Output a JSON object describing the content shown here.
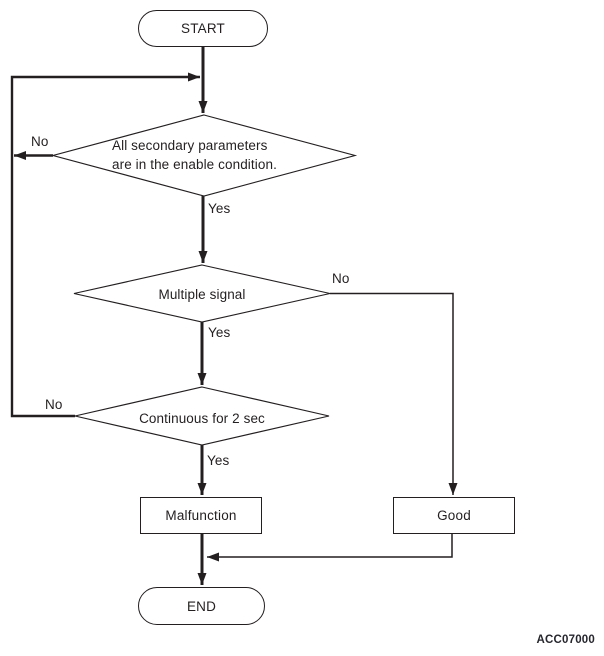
{
  "figure_code": "ACC07000",
  "nodes": {
    "start": "START",
    "decision1_line1": "All secondary parameters",
    "decision1_line2": "are in the enable condition.",
    "decision2": "Multiple signal",
    "decision3": "Continuous for 2 sec",
    "malfunction": "Malfunction",
    "good": "Good",
    "end": "END"
  },
  "edge_labels": {
    "decision1_no": "No",
    "decision1_yes": "Yes",
    "decision2_no": "No",
    "decision2_yes": "Yes",
    "decision3_no": "No",
    "decision3_yes": "Yes"
  },
  "colors": {
    "line": "#231f20",
    "text": "#231f20",
    "background": "#ffffff"
  }
}
